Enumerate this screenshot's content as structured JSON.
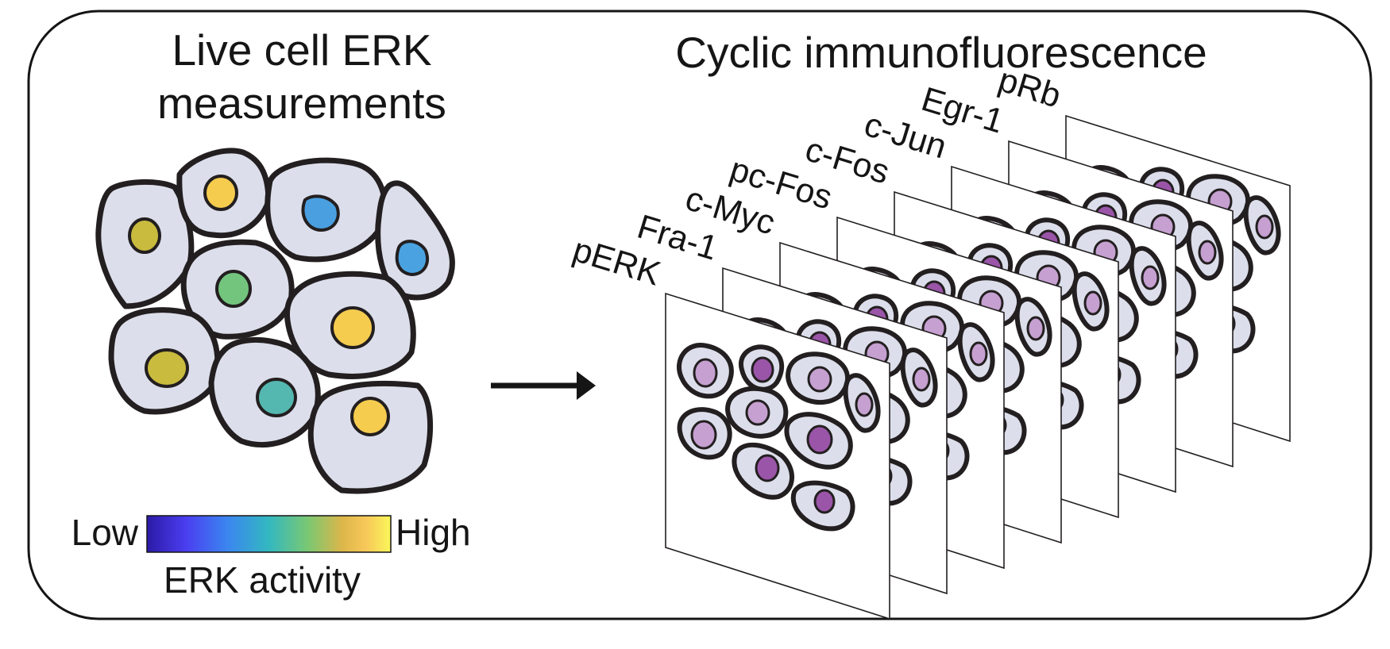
{
  "left_panel": {
    "title_line1": "Live cell ERK",
    "title_line2": "measurements",
    "cells": [
      {
        "id": "cell-1",
        "erk_level": 0.78,
        "nucleus_color": "#c9bb3e"
      },
      {
        "id": "cell-2",
        "erk_level": 0.9,
        "nucleus_color": "#f6cc4f"
      },
      {
        "id": "cell-3",
        "erk_level": 0.33,
        "nucleus_color": "#4a9fe0"
      },
      {
        "id": "cell-4",
        "erk_level": 0.35,
        "nucleus_color": "#4aa3e0"
      },
      {
        "id": "cell-5",
        "erk_level": 0.6,
        "nucleus_color": "#73c57d"
      },
      {
        "id": "cell-6",
        "erk_level": 0.9,
        "nucleus_color": "#f6cc4f"
      },
      {
        "id": "cell-7",
        "erk_level": 0.78,
        "nucleus_color": "#c9bb3e"
      },
      {
        "id": "cell-8",
        "erk_level": 0.5,
        "nucleus_color": "#55b8b0"
      },
      {
        "id": "cell-9",
        "erk_level": 0.9,
        "nucleus_color": "#f6cc4f"
      }
    ],
    "colorbar": {
      "low_label": "Low",
      "high_label": "High",
      "caption": "ERK activity",
      "colors": [
        "#2c1aa6",
        "#4a3ef0",
        "#3b86f0",
        "#33b8c0",
        "#7ac872",
        "#dcb64a",
        "#f8c859",
        "#faf75a"
      ]
    }
  },
  "right_panel": {
    "title": "Cyclic immunofluorescence",
    "frame_labels": [
      "pERK",
      "Fra-1",
      "c-Myc",
      "pc-Fos",
      "c-Fos",
      "c-Jun",
      "Egr-1",
      "pRb"
    ]
  },
  "colors": {
    "cell_fill": "#dcdeeb",
    "outline": "#231f20",
    "nucleus_purple": "#9a55a8",
    "nucleus_light_purple": "#c5a0d0"
  }
}
